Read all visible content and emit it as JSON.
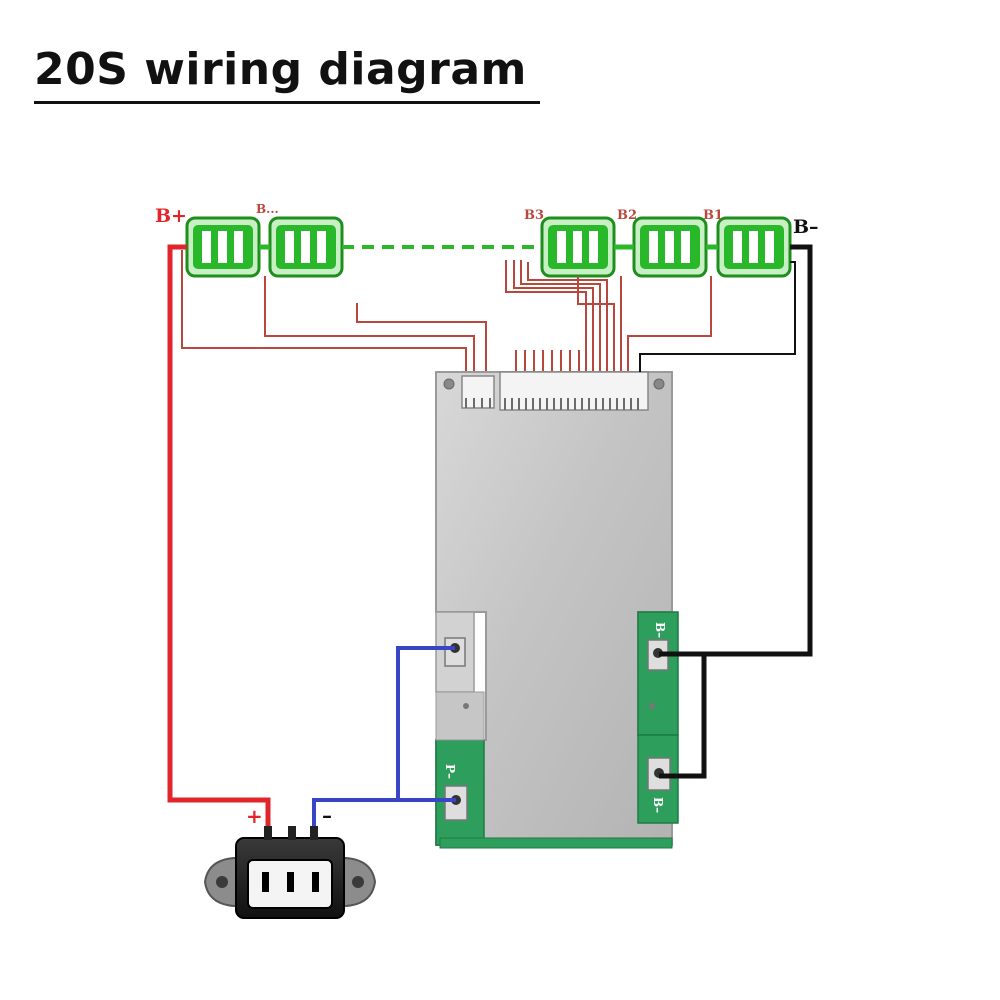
{
  "title": "20S wiring diagram",
  "labels": {
    "b_plus": "B+",
    "b_minus": "B–",
    "b_dots": "B...",
    "b3": "B3",
    "b2": "B2",
    "b1": "B1",
    "p_minus_board": "P–",
    "b_minus_board_top": "B–",
    "b_minus_board_bottom": "B–",
    "plug_plus": "+",
    "plug_minus": "–"
  },
  "colors": {
    "positive_wire": "#e0262a",
    "negative_wire": "#111111",
    "p_minus_wire": "#3845c4",
    "balance_wire": "#b8473e",
    "battery_fill": "#29b82a",
    "battery_outline": "#1c8f1d",
    "board_metal": "#c9c9c9",
    "pcb_green": "#2e9e5c"
  },
  "icons": {
    "battery": "battery-cell-icon",
    "bms": "bms-board-icon",
    "socket": "iec-c14-power-socket-icon"
  }
}
